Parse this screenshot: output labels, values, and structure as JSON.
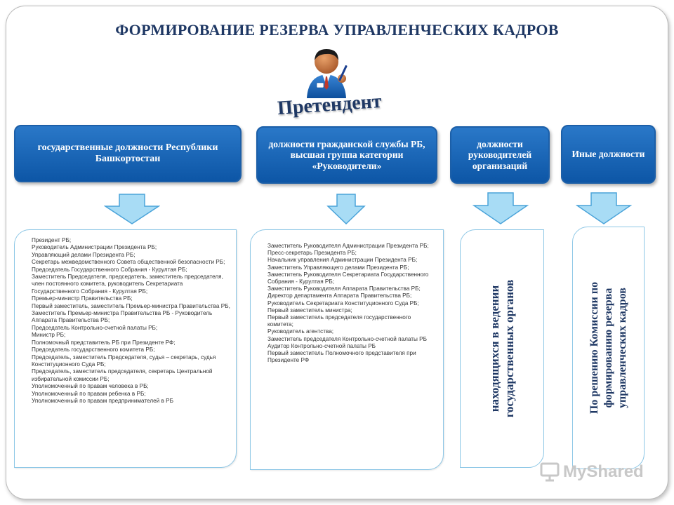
{
  "title": "ФОРМИРОВАНИЕ РЕЗЕРВА УПРАВЛЕНЧЕСКИХ КАДРОВ",
  "center_label": "Претендент",
  "categories": [
    "государственные должности Республики Башкортостан",
    "должности гражданской службы РБ, высшая группа категории «Руководители»",
    "должности руководителей организаций",
    "Иные должности"
  ],
  "panel_1_items": [
    "Президент РБ;",
    "Руководитель Администрации Президента РБ;",
    "Управляющий делами Президента РБ;",
    "Секретарь межведомственного Совета общественной безопасности РБ;",
    "Председатель Государственного Собрания - Курултая РБ;",
    "Заместитель Председателя, председатель, заместитель председателя, член постоянного комитета, руководитель Секретариата Государственного Собрания - Курултая РБ;",
    "Премьер-министр Правительства РБ;",
    "Первый заместитель, заместитель Премьер-министра Правительства РБ, Заместитель Премьер-министра Правительства РБ - Руководитель Аппарата Правительства РБ;",
    "Председатель Контрольно-счетной палаты РБ;",
    "Министр РБ;",
    "Полномочный представитель РБ при Президенте РФ;",
    "Председатель государственного комитета РБ;",
    "Председатель, заместитель Председателя, судья – секретарь, судья Конституционного Суда РБ;",
    "Председатель, заместитель председателя, секретарь Центральной избирательной комиссии РБ;",
    "Уполномоченный по правам человека в РБ;",
    "Уполномоченный по правам ребенка в РБ;",
    "Уполномоченный по правам предпринимателей в РБ"
  ],
  "panel_2_items": [
    "Заместитель Руководителя Администрации Президента РБ;",
    "Пресс-секретарь Президента РБ;",
    "Начальник управления Администрации Президента РБ;",
    "Заместитель Управляющего делами Президента РБ;",
    "Заместитель Руководителя Секретариата Государственного Собрания - Курултая РБ;",
    "Заместитель Руководителя Аппарата Правительства РБ;",
    "Директор департамента Аппарата Правительства РБ;",
    "Руководитель Секретариата Конституционного Суда РБ;",
    "Первый заместитель министра;",
    "Первый заместитель председателя государственного комитета;",
    "Руководитель агентства;",
    "Заместитель председателя Контрольно-счетной палаты РБ",
    "Аудитор Контрольно-счетной палаты РБ",
    "Первый заместитель Полномочного представителя при Президенте РФ"
  ],
  "panel_3_text": [
    "находящихся в ведении",
    "государственных органов"
  ],
  "panel_4_text": [
    "По решению Комиссии по",
    "формированию резерва",
    "управленческих кадров"
  ],
  "watermark": "MyShared",
  "colors": {
    "title": "#1f3864",
    "box_fill": "#1565b8",
    "arrow_fill": "#a8dcf5",
    "panel_border": "#8dc7e6"
  },
  "icons": [
    "person-with-pen-icon",
    "down-arrow-icon",
    "projector-icon"
  ]
}
